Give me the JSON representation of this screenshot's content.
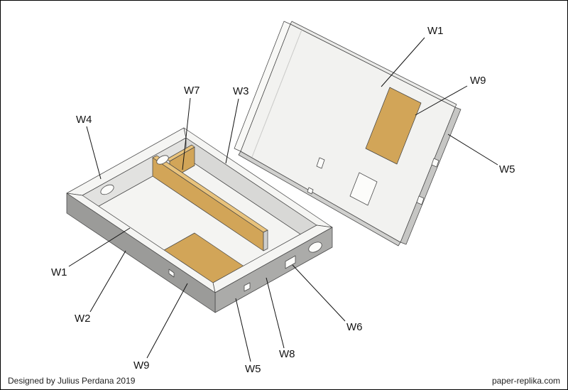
{
  "footer": {
    "credit": "Designed by Julius Perdana 2019",
    "website": "paper-replika.com"
  },
  "colors": {
    "cardboard": "#d2a558",
    "cardboard_light": "#e9c37c",
    "wall_gray": "#ababa9",
    "wall_gray_dark": "#9b9b99",
    "rim_white": "#f5f5f3",
    "inner_wall": "#e2e2e0",
    "inner_wall_dark": "#d8d8d6",
    "floor_white": "#f4f4f2",
    "lid_face": "#f2f2f0",
    "lid_edge": "#c6c6c4",
    "outline": "#454545",
    "leader_line": "#111111"
  },
  "labels": [
    {
      "id": "w1-lid",
      "text": "W1"
    },
    {
      "id": "w9-lid",
      "text": "W9"
    },
    {
      "id": "w5-lid",
      "text": "W5"
    },
    {
      "id": "w4-tray",
      "text": "W4"
    },
    {
      "id": "w7-tray",
      "text": "W7"
    },
    {
      "id": "w3-tray",
      "text": "W3"
    },
    {
      "id": "w1-tray",
      "text": "W1"
    },
    {
      "id": "w2-tray",
      "text": "W2"
    },
    {
      "id": "w9-tray",
      "text": "W9"
    },
    {
      "id": "w5-tray",
      "text": "W5"
    },
    {
      "id": "w8-tray",
      "text": "W8"
    },
    {
      "id": "w6-tray",
      "text": "W6"
    }
  ]
}
